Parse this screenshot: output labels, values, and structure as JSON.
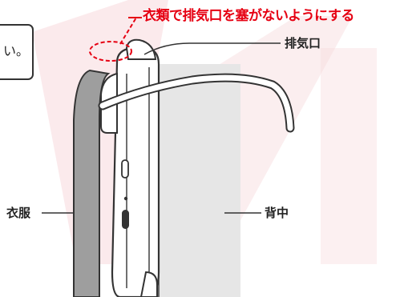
{
  "labels": {
    "warning": "衣類で排気口を塞がないようにする",
    "vent": "排気口",
    "clothes": "衣服",
    "back": "背中",
    "callout_fragment": "い。"
  },
  "colors": {
    "warning_red": "#e60012",
    "watermark_pink": "#f7d9dc",
    "back_panel_gray": "#e6e6e6",
    "clothes_gray": "#9e9e9e",
    "outline": "#333333"
  }
}
